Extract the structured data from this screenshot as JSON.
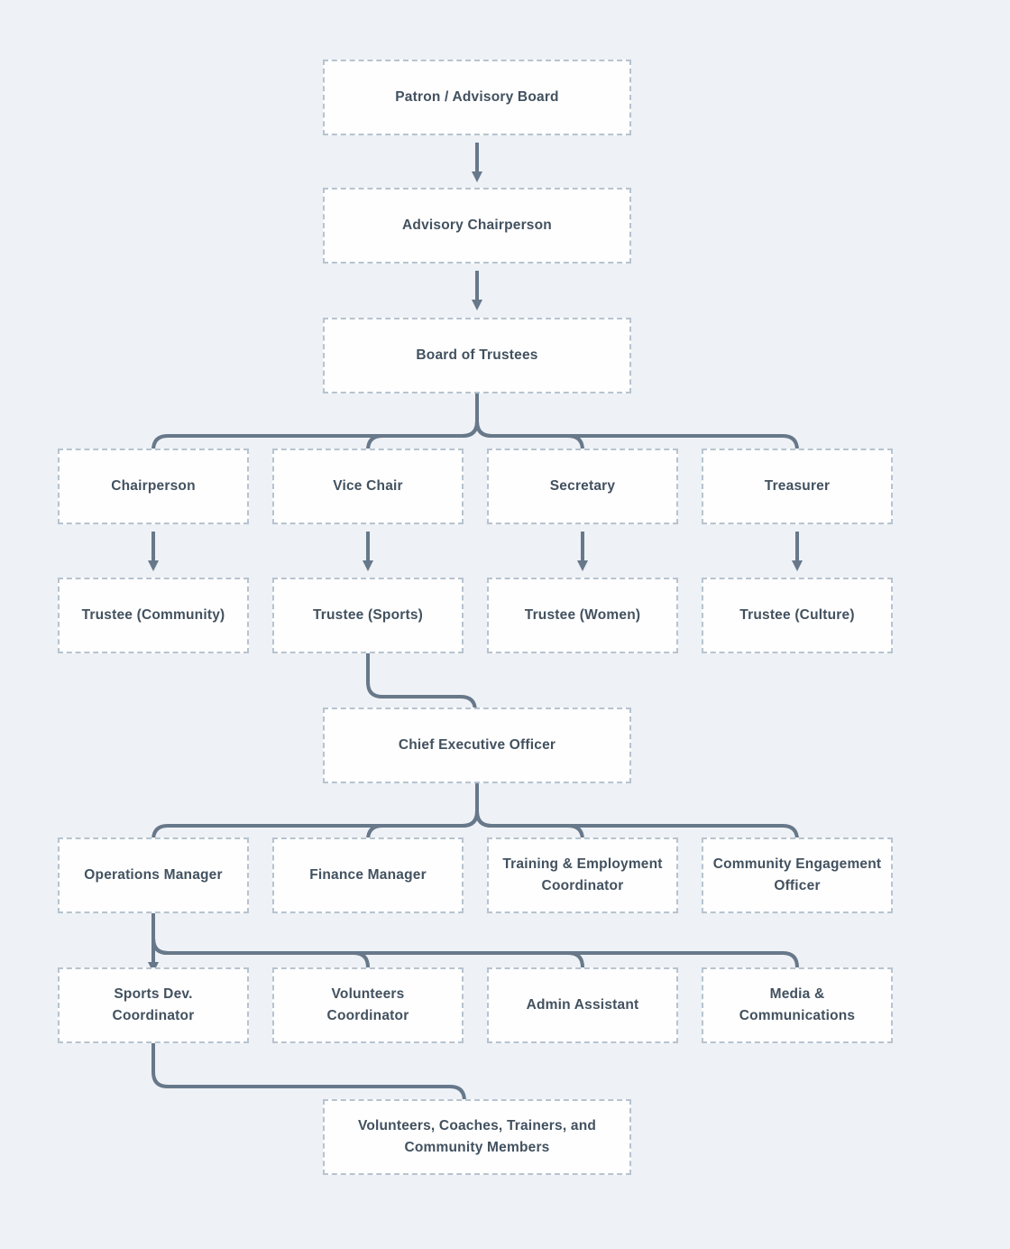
{
  "chart_title": "",
  "colors": {
    "background": "#eef1f5",
    "node_fill": "#fefefe",
    "node_border": "#b7c3d0",
    "node_text": "#42515f",
    "connector": "#67788a"
  },
  "nodes": {
    "patron": {
      "label": "Patron / Advisory Board"
    },
    "advisory_chairperson": {
      "label": "Advisory Chairperson"
    },
    "board_of_trustees": {
      "label": "Board of Trustees"
    },
    "chairperson": {
      "label": "Chairperson"
    },
    "vice_chair": {
      "label": "Vice Chair"
    },
    "secretary": {
      "label": "Secretary"
    },
    "treasurer": {
      "label": "Treasurer"
    },
    "trustee_community": {
      "label": "Trustee (Community)"
    },
    "trustee_sports": {
      "label": "Trustee (Sports)"
    },
    "trustee_women": {
      "label": "Trustee (Women)"
    },
    "trustee_culture": {
      "label": "Trustee (Culture)"
    },
    "ceo": {
      "label": "Chief Executive Officer"
    },
    "operations_manager": {
      "label": "Operations Manager"
    },
    "finance_manager": {
      "label": "Finance Manager"
    },
    "training_employment_coordinator": {
      "label": "Training & Employment\nCoordinator"
    },
    "community_engagement_officer": {
      "label": "Community Engagement\nOfficer"
    },
    "sports_dev_coordinator": {
      "label": "Sports Dev.\nCoordinator"
    },
    "volunteers_coordinator": {
      "label": "Volunteers\nCoordinator"
    },
    "admin_assistant": {
      "label": "Admin Assistant"
    },
    "media_communications": {
      "label": "Media &\nCommunications"
    },
    "community_members": {
      "label": "Volunteers, Coaches, Trainers, and\nCommunity Members"
    }
  },
  "edges": [
    {
      "from": "patron",
      "to": "advisory_chairperson"
    },
    {
      "from": "advisory_chairperson",
      "to": "board_of_trustees"
    },
    {
      "from": "board_of_trustees",
      "to": "chairperson"
    },
    {
      "from": "board_of_trustees",
      "to": "vice_chair"
    },
    {
      "from": "board_of_trustees",
      "to": "secretary"
    },
    {
      "from": "board_of_trustees",
      "to": "treasurer"
    },
    {
      "from": "chairperson",
      "to": "trustee_community"
    },
    {
      "from": "vice_chair",
      "to": "trustee_sports"
    },
    {
      "from": "secretary",
      "to": "trustee_women"
    },
    {
      "from": "treasurer",
      "to": "trustee_culture"
    },
    {
      "from": "trustee_sports",
      "to": "ceo"
    },
    {
      "from": "ceo",
      "to": "operations_manager"
    },
    {
      "from": "ceo",
      "to": "finance_manager"
    },
    {
      "from": "ceo",
      "to": "training_employment_coordinator"
    },
    {
      "from": "ceo",
      "to": "community_engagement_officer"
    },
    {
      "from": "operations_manager",
      "to": "sports_dev_coordinator"
    },
    {
      "from": "operations_manager",
      "to": "volunteers_coordinator"
    },
    {
      "from": "operations_manager",
      "to": "admin_assistant"
    },
    {
      "from": "operations_manager",
      "to": "media_communications"
    },
    {
      "from": "sports_dev_coordinator",
      "to": "community_members"
    }
  ]
}
